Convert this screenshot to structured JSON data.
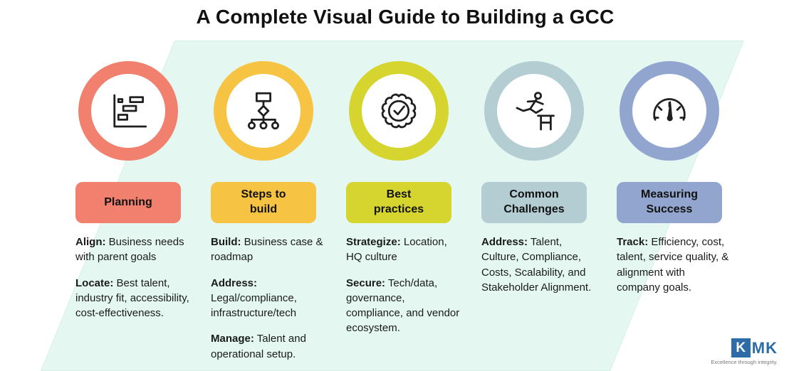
{
  "title": "A Complete Visual Guide to Building a GCC",
  "background_color": "#e4f8f1",
  "columns": [
    {
      "badge": "Planning",
      "accent": "#f2806e",
      "icon": "gantt-chart-icon",
      "paragraphs": [
        {
          "lead": "Align:",
          "text": " Business needs with parent goals"
        },
        {
          "lead": "Locate:",
          "text": " Best talent, industry fit, accessibility, cost-effectiveness."
        }
      ]
    },
    {
      "badge": "Steps to\nbuild",
      "accent": "#f6c442",
      "icon": "org-chart-icon",
      "paragraphs": [
        {
          "lead": "Build:",
          "text": " Business case & roadmap"
        },
        {
          "lead": "Address:",
          "text": " Legal/compliance, infrastructure/tech"
        },
        {
          "lead": "Manage:",
          "text": " Talent and operational setup."
        }
      ]
    },
    {
      "badge": "Best\npractices",
      "accent": "#d6d530",
      "icon": "certified-badge-icon",
      "paragraphs": [
        {
          "lead": "Strategize:",
          "text": " Location, HQ culture"
        },
        {
          "lead": "Secure:",
          "text": " Tech/data, governance, compliance, and vendor ecosystem."
        }
      ]
    },
    {
      "badge": "Common\nChallenges",
      "accent": "#b3cdd3",
      "icon": "hurdle-icon",
      "paragraphs": [
        {
          "lead": "Address:",
          "text": " Talent, Culture, Compliance, Costs, Scalability, and Stakeholder Alignment."
        }
      ]
    },
    {
      "badge": "Measuring\nSuccess",
      "accent": "#92a5ce",
      "icon": "gauge-icon",
      "paragraphs": [
        {
          "lead": "Track:",
          "text": " Efficiency, cost, talent, service quality, & alignment with company goals."
        }
      ]
    }
  ],
  "logo": {
    "mark": "K",
    "letters": "MK",
    "tagline": "Excellence through integrity.",
    "brand_color": "#2e6ca8"
  }
}
